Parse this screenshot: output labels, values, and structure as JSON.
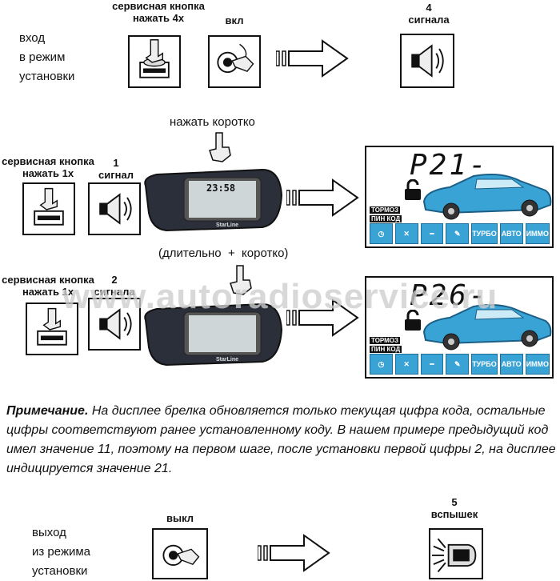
{
  "watermark": "www.autoradioservice.ru",
  "row1": {
    "side_text": [
      "вход",
      "в режим",
      "установки"
    ],
    "service_label": [
      "сервисная кнопка",
      "нажать 4х"
    ],
    "ignition_label": "вкл",
    "result_label": [
      "4",
      "сигнала"
    ]
  },
  "row2": {
    "top_label": "нажать коротко",
    "service_label": [
      "сервисная кнопка",
      "нажать 1х"
    ],
    "signal_label": [
      "1",
      "сигнал"
    ],
    "fob_clock": "23:58",
    "lcd_code": "P21-",
    "brand": "StarLine"
  },
  "row3": {
    "top_label": "(длительно  +  коротко)",
    "service_label": [
      "сервисная кнопка",
      "нажать 1х"
    ],
    "signal_label": [
      "2",
      "сигнала"
    ],
    "lcd_code": "P26-",
    "brand": "StarLine"
  },
  "lcd": {
    "tags": [
      "ТОРМОЗ",
      "ПИН КОД"
    ],
    "buttons": [
      "",
      "",
      "",
      "",
      "ТУРБО",
      "АВТО",
      "ИММО"
    ],
    "accent_color": "#3aa3d6"
  },
  "note": {
    "title": "Примечание.",
    "text": " На дисплее брелка обновляется только текущая цифра кода, остальные цифры соответствуют ранее установленному коду. В нашем примере предыдущий код имел значение 11, поэтому на первом шаге, после установки первой цифры 2,  на дисплее индицируется значение 21."
  },
  "row4": {
    "side_text": [
      "выход",
      "из режима",
      "установки"
    ],
    "ignition_label": "выкл",
    "result_label": [
      "5",
      "вспышек"
    ]
  }
}
